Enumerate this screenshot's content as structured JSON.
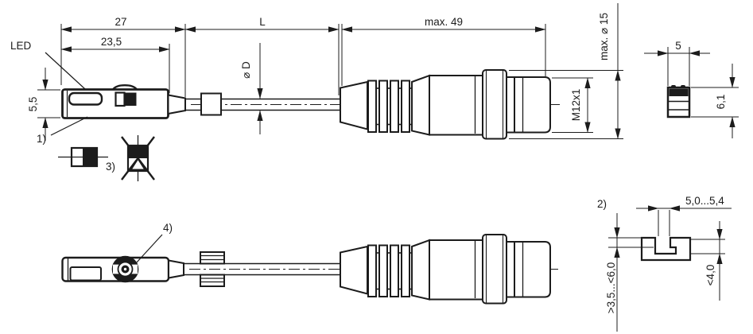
{
  "drawing": {
    "colors": {
      "line": "#1c1c1c",
      "fill_dark": "#1c1c1c",
      "background": "#ffffff"
    },
    "labels": {
      "led": "LED",
      "note_1": "1)",
      "note_2": "2)",
      "note_3": "3)",
      "note_4": "4)"
    },
    "dims": {
      "housing_length": "27",
      "led_window_length": "23,5",
      "cable_length": "L",
      "connector_length": "max. 49",
      "connector_max_diameter": "max. ⌀ 15",
      "housing_height": "5,5",
      "cable_diameter": "⌀ D",
      "thread": "M12x1",
      "housing_width": "5",
      "housing_end_height": "6,1",
      "slot_opening_width": "5,0...5,4",
      "slot_depth_range": ">3,5...<6,0",
      "slot_depth_max": "<4,0"
    }
  }
}
